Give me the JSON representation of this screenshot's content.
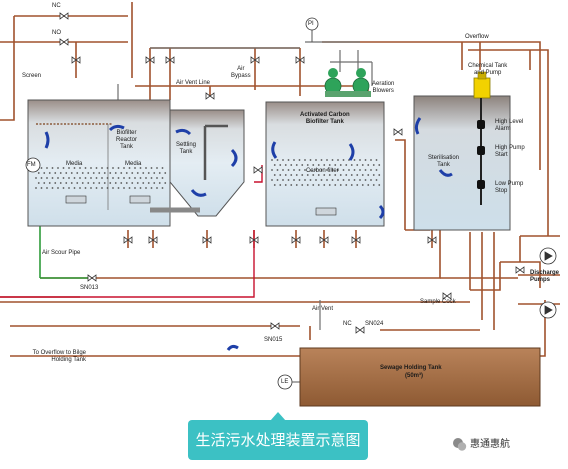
{
  "valves": {
    "nc_top": "NC",
    "no_top": "NO",
    "sn013": "SN013",
    "sn015": "SN015",
    "sn024": "SN024",
    "nc_sn024": "NC"
  },
  "labels": {
    "screen": "Screen",
    "fm": "FM",
    "media_left": "Media",
    "media_right": "Media",
    "air_scour_pipe": "Air Scour Pipe",
    "biofilter_reactor_tank": "Biofilter\nReactor\nTank",
    "settling_tank": "Settling\nTank",
    "air_vent_line": "Air Vent Line",
    "air_bypass": "Air\nBypass",
    "pi": "PI",
    "aeration_blowers": "Aeration\nBlowers",
    "activated_carbon_biofilter_tank": "Activated Carbon\nBiofilter Tank",
    "carbon_filter": "Carbon filter",
    "overflow": "Overflow",
    "chemical_tank_and_pump": "Chemical Tank\nand Pump",
    "high_level_alarm": "High Level\nAlarm",
    "high_pump_start": "High Pump\nStart",
    "low_pump_stop": "Low Pump\nStop",
    "sterilisation_tank": "Sterilisation\nTank",
    "discharge_pumps": "Discharge\nPumps",
    "sample_cock": "Sample Cock",
    "air_vent": "Air Vent",
    "sewage_holding_tank": "Sewage Holding Tank",
    "sewage_holding_tank_capacity": "(50m³)",
    "le": "LE",
    "to_overflow": "To Overflow to Bilge\nHolding Tank"
  },
  "caption": "生活污水处理装置示意图",
  "watermark": "惠通惠航",
  "colors": {
    "pipe_brown": "#a0522d",
    "pipe_red": "#c8102e",
    "pipe_green": "#2e9b3a",
    "pipe_grey": "#6e6e6e",
    "tank_fill": "#dde8ef",
    "tank_stroke": "#555555",
    "sewage_tank": "#a0673a",
    "caption_bg": "#3cc1c4"
  }
}
